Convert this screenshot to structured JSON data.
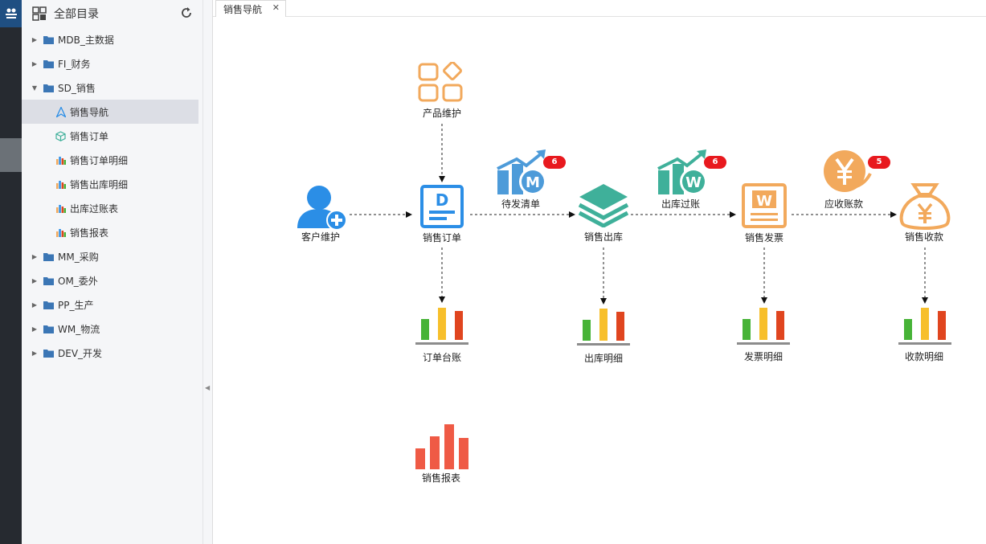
{
  "sidebar": {
    "title": "全部目录",
    "groups": [
      {
        "label": "MDB_主数据"
      },
      {
        "label": "FI_财务"
      },
      {
        "label": "SD_销售"
      },
      {
        "label": "MM_采购"
      },
      {
        "label": "OM_委外"
      },
      {
        "label": "PP_生产"
      },
      {
        "label": "WM_物流"
      },
      {
        "label": "DEV_开发"
      }
    ],
    "sd_children": [
      {
        "label": "销售导航",
        "icon": "navigation-icon"
      },
      {
        "label": "销售订单",
        "icon": "cube-icon"
      },
      {
        "label": "销售订单明细",
        "icon": "bar-chart-icon"
      },
      {
        "label": "销售出库明细",
        "icon": "bar-chart-icon"
      },
      {
        "label": "出库过账表",
        "icon": "bar-chart-icon"
      },
      {
        "label": "销售报表",
        "icon": "bar-chart-icon"
      }
    ]
  },
  "tab": {
    "label": "销售导航"
  },
  "flow": {
    "product": "产品维护",
    "customer": "客户维护",
    "order": "销售订单",
    "pending": "待发清单",
    "pending_badge": "6",
    "outbound": "销售出库",
    "posting": "出库过账",
    "posting_badge": "6",
    "invoice": "销售发票",
    "receivable": "应收账款",
    "receivable_badge": "5",
    "receipt": "销售收款",
    "order_ledger": "订单台账",
    "outbound_detail": "出库明细",
    "invoice_detail": "发票明细",
    "receipt_detail": "收款明细",
    "sales_report": "销售报表"
  },
  "colors": {
    "blue": "#2b8ee6",
    "teal": "#3fb09a",
    "orange": "#f2a95c",
    "red": "#e8191e"
  }
}
